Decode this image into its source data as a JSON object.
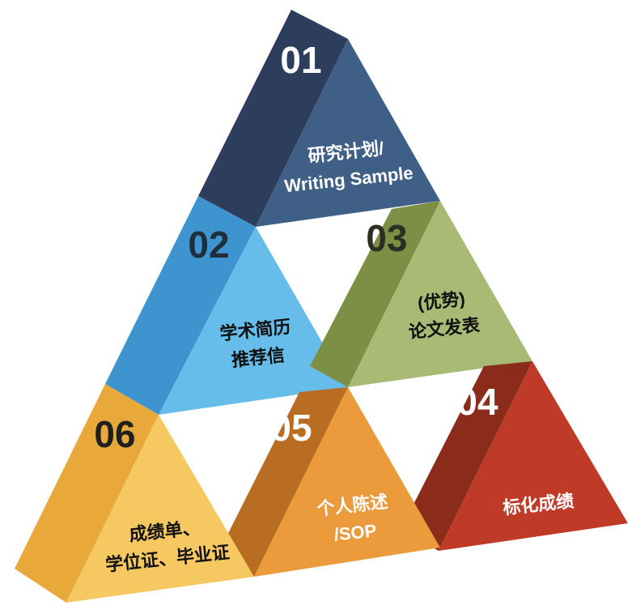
{
  "segments": [
    {
      "number": "01",
      "label_lines": [
        "研究计划/",
        "Writing Sample"
      ],
      "dark": "#2c3e5c",
      "light": "#3f5f86",
      "text_color": "#ffffff",
      "number_color": "#ffffff"
    },
    {
      "number": "02",
      "label_lines": [
        "学术简历",
        "推荐信"
      ],
      "dark": "#3d94cf",
      "light": "#66bdea",
      "text_color": "#111111",
      "number_color": "#1f2d3d"
    },
    {
      "number": "03",
      "label_lines": [
        "(优势)",
        "论文发表"
      ],
      "dark": "#7d8f45",
      "light": "#a8ba74",
      "text_color": "#111111",
      "number_color": "#2a2f22"
    },
    {
      "number": "04",
      "label_lines": [
        "标化成绩"
      ],
      "dark": "#8a2b1c",
      "light": "#bf3b27",
      "text_color": "#ffffff",
      "number_color": "#ffffff"
    },
    {
      "number": "05",
      "label_lines": [
        "个人陈述",
        "/SOP"
      ],
      "dark": "#b96d22",
      "light": "#eb9a3c",
      "text_color": "#ffffff",
      "number_color": "#ffffff"
    },
    {
      "number": "06",
      "label_lines": [
        "成绩单、",
        "学位证、毕业证"
      ],
      "dark": "#e9a93a",
      "light": "#f6c862",
      "text_color": "#111111",
      "number_color": "#1f1f1f"
    }
  ]
}
